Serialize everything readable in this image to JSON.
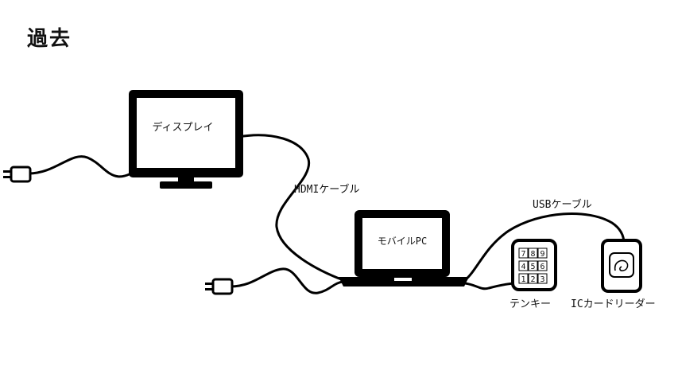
{
  "title": "過去",
  "display": {
    "label": "ディスプレイ"
  },
  "laptop": {
    "label": "モバイルPC"
  },
  "cables": {
    "hdmi": "HDMIケーブル",
    "usb": "USBケーブル"
  },
  "tenkey": {
    "label": "テンキー",
    "keys": [
      "7",
      "8",
      "9",
      "4",
      "5",
      "6",
      "1",
      "2",
      "3"
    ]
  },
  "card_reader": {
    "label": "ICカードリーダー"
  }
}
